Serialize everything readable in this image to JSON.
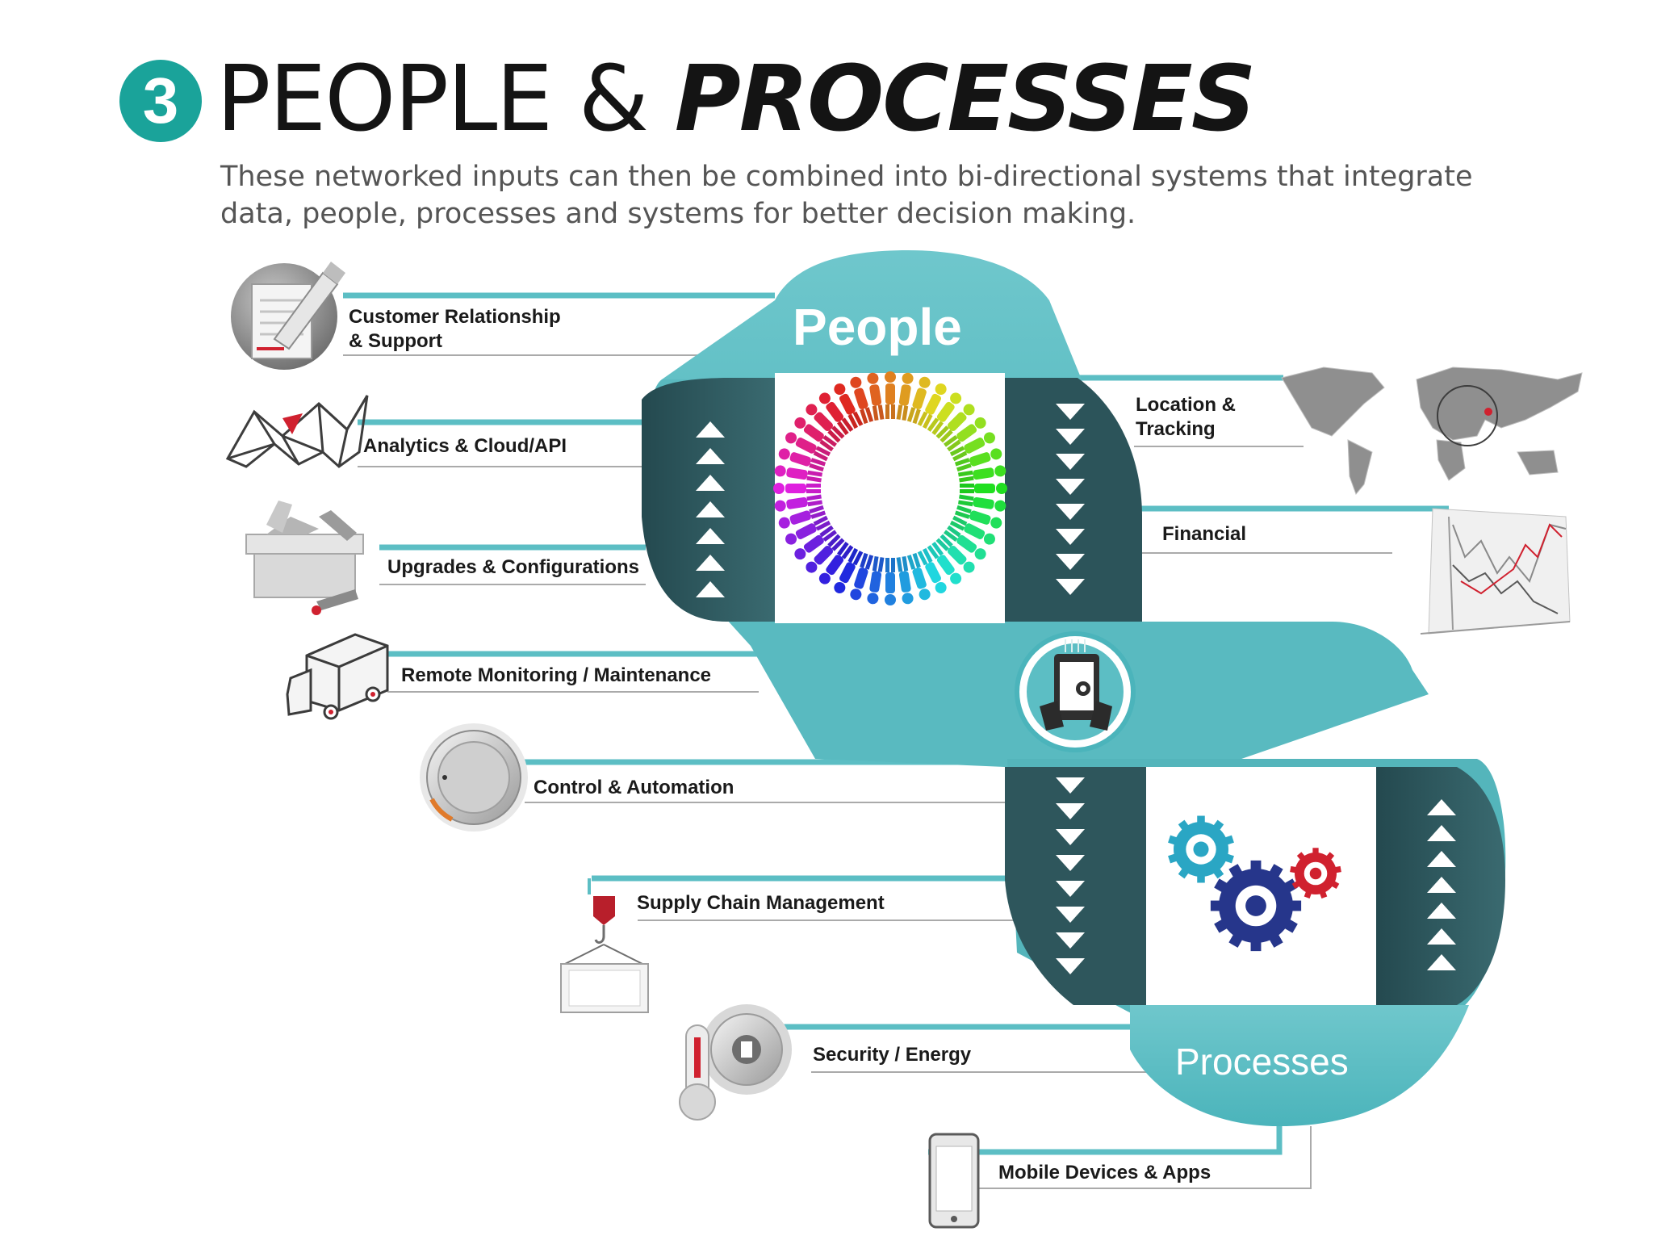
{
  "header": {
    "step_number": "3",
    "title_part1": "PEOPLE & ",
    "title_part2": "PROCESSES",
    "subtitle": "These networked inputs can then be combined into bi-directional systems that integrate data, people, processes and systems for better decision making."
  },
  "bands": {
    "people": "People",
    "processes": "Processes"
  },
  "left_items": [
    {
      "label": "Customer Relationship\n& Support",
      "icon": "document-pen-icon"
    },
    {
      "label": "Analytics & Cloud/API",
      "icon": "network-mesh-icon"
    },
    {
      "label": "Upgrades & Configurations",
      "icon": "toolbox-icon"
    },
    {
      "label": "Remote Monitoring / Maintenance",
      "icon": "truck-icon"
    },
    {
      "label": "Control & Automation",
      "icon": "dial-knob-icon"
    },
    {
      "label": "Supply Chain Management",
      "icon": "crane-hook-icon"
    },
    {
      "label": "Security / Energy",
      "icon": "lock-thermometer-icon"
    },
    {
      "label": "Mobile Devices & Apps",
      "icon": "smartphone-icon"
    }
  ],
  "right_items": [
    {
      "label": "Location &\nTracking",
      "icon": "world-map-icon"
    },
    {
      "label": "Financial",
      "icon": "stock-chart-icon"
    }
  ],
  "center_icons": [
    "people-circle-icon",
    "tablet-touch-icon",
    "gears-icon"
  ],
  "colors": {
    "teal_badge": "#1aa39a",
    "band": "#5cbec4",
    "band_dark": "#2e5a60",
    "accent_red": "#d0212f"
  }
}
